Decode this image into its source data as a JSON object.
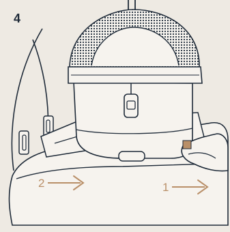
{
  "step_label": "4",
  "arrows": [
    {
      "label": "1"
    },
    {
      "label": "2"
    }
  ],
  "colors": {
    "background": "#eeeae3",
    "line": "#1e2a38",
    "arrow": "#b98f68",
    "fill": "#f6f3ee",
    "shade": "#d9d4cc"
  }
}
